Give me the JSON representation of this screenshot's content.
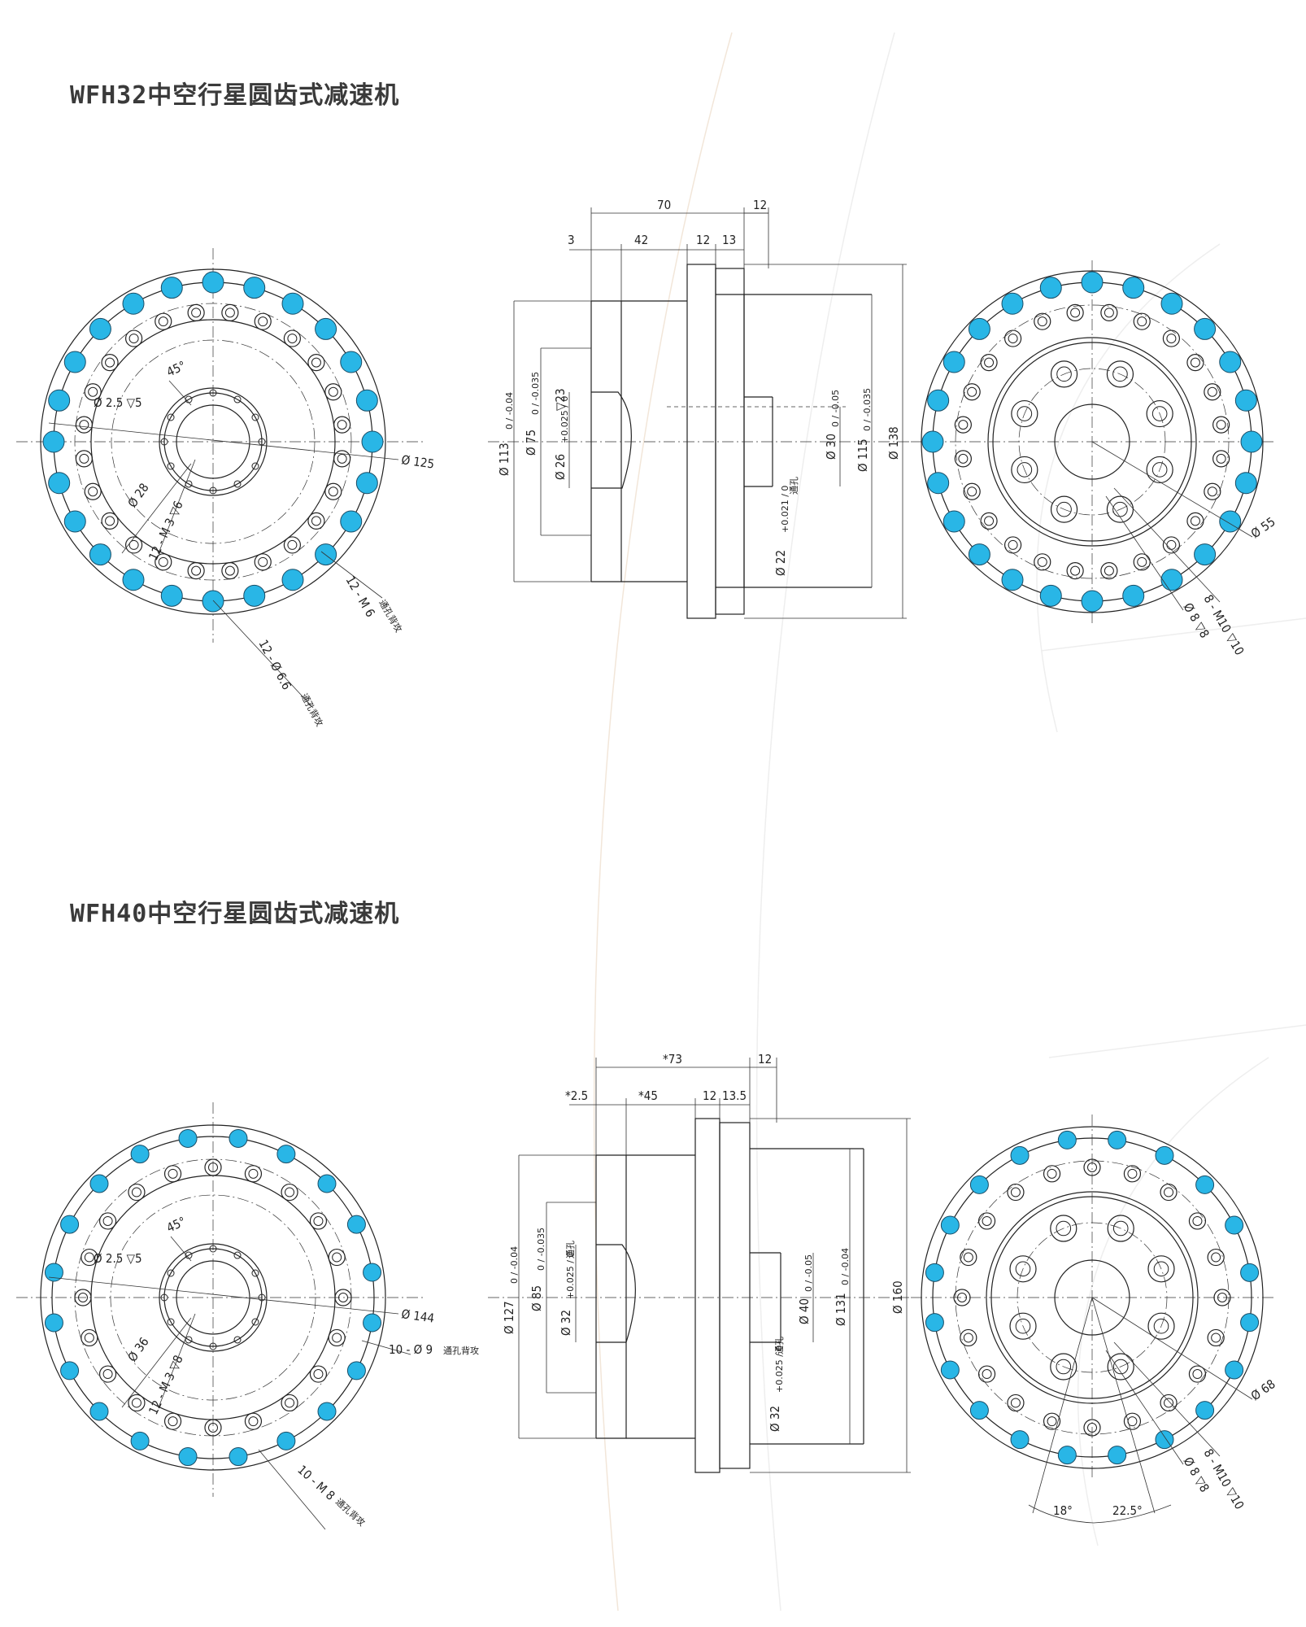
{
  "titles": {
    "wfh32": "WFH32中空行星圆齿式减速机",
    "wfh40": "WFH40中空行星圆齿式减速机"
  },
  "colors": {
    "hole_fill": "#29b6e6",
    "line": "#222222"
  },
  "wfh32": {
    "front": {
      "angle": "45°",
      "pin_hole": "Ø 2.5 ▽5",
      "bore": "Ø 28",
      "center_thread": "12 - M 3 ▽6",
      "outer_dia": "Ø 125",
      "thread_holes": "12 - M 6",
      "through_note": "通孔背攻",
      "through_holes": "12 - Ø 6.6",
      "through_note2": "通孔背攻"
    },
    "side": {
      "dim_70": "70",
      "dim_12_top": "12",
      "dim_3": "3",
      "dim_42": "42",
      "dim_12": "12",
      "dim_13": "13",
      "d113": "Ø 113",
      "d113_tol": "0 / -0.04",
      "d75": "Ø 75",
      "d75_tol": "0 / -0.035",
      "d26": "Ø 26",
      "d26_tol": "+0.025 / 0",
      "depth23": "▽23",
      "d30": "Ø 30",
      "d30_tol": "0 / -0.05",
      "d115": "Ø 115",
      "d115_tol": "0 / -0.035",
      "d138": "Ø 138",
      "d22": "Ø 22",
      "d22_tol": "+0.021 / 0",
      "d22_note": "通孔"
    },
    "rear": {
      "d55": "Ø 55",
      "m10": "8 - M10 ▽10",
      "d8": "Ø 8 ▽8"
    }
  },
  "wfh40": {
    "front": {
      "angle": "45°",
      "pin_hole": "Ø 2.5 ▽5",
      "bore": "Ø 36",
      "center_thread": "12 - M 3 ▽8",
      "outer_dia": "Ø 144",
      "through_holes": "10 - Ø 9",
      "through_note": "通孔背攻",
      "thread_holes": "10 - M 8",
      "thread_note": "通孔背攻"
    },
    "side": {
      "dim_73": "*73",
      "dim_12_top": "12",
      "dim_2_5": "*2.5",
      "dim_45": "*45",
      "dim_12": "12",
      "dim_13_5": "13.5",
      "d127": "Ø 127",
      "d127_tol": "0 / -0.04",
      "d85": "Ø 85",
      "d85_tol": "0 / -0.035",
      "d32": "Ø 32",
      "d32_tol": "+0.025 / 0",
      "d32_note": "通孔",
      "d40": "Ø 40",
      "d40_tol": "0 / -0.05",
      "d131": "Ø 131",
      "d131_tol": "0 / -0.04",
      "d160": "Ø 160",
      "d32b": "Ø 32",
      "d32b_tol": "+0.025 / 0",
      "d32b_note": "通孔"
    },
    "rear": {
      "d68": "Ø 68",
      "m10": "8 - M10 ▽10",
      "d8": "Ø 8 ▽8",
      "angle18": "18°",
      "angle22_5": "22.5°"
    }
  }
}
